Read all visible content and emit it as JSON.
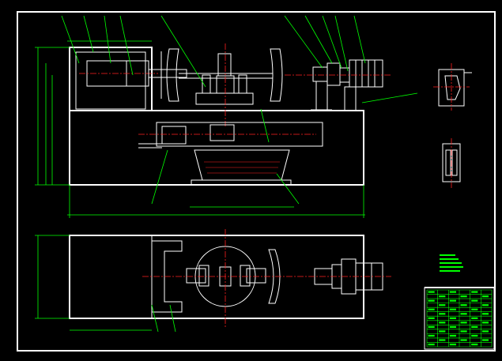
{
  "drawing": {
    "background_color": "#000000",
    "line_colors": {
      "outline": "#ffffff",
      "dimension_and_leader": "#00ff00",
      "centerline": "#ff2020"
    },
    "views": [
      "front-elevation",
      "plan-view",
      "side-detail-upper",
      "side-detail-lower"
    ],
    "title_block": {
      "rows": 13,
      "columns": 6,
      "color": "#00ff00"
    },
    "technical_notes": {
      "line_count": 5,
      "color": "#00ff00"
    }
  }
}
